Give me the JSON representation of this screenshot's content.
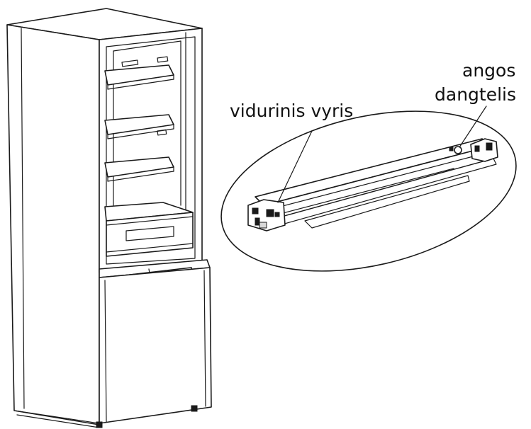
{
  "labels": {
    "middle_hinge": "vidurinis vyris",
    "hole_cover_line1": "angos",
    "hole_cover_line2": "dangtelis"
  }
}
